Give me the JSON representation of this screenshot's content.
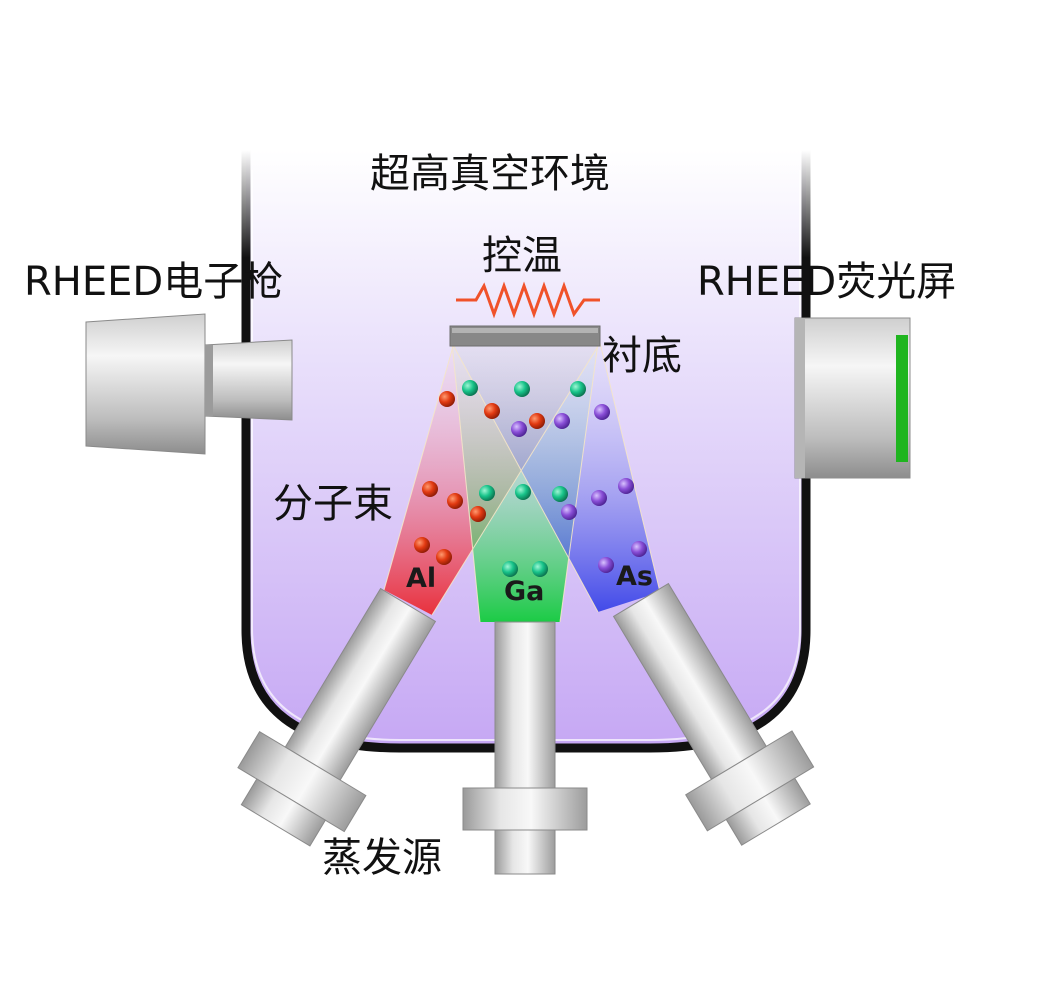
{
  "labels": {
    "chamber": "超高真空环境",
    "temp_control": "控温",
    "substrate": "衬底",
    "rheed_gun": "RHEED电子枪",
    "rheed_screen": "RHEED荧光屏",
    "molecular_beam": "分子束",
    "evaporation_source": "蒸发源"
  },
  "sources": [
    {
      "element": "Al",
      "color": "#e8202a"
    },
    {
      "element": "Ga",
      "color": "#12c93a"
    },
    {
      "element": "As",
      "color": "#3d45e6"
    }
  ],
  "atom_colors": {
    "Al": "#e23a12",
    "Ga": "#18c48a",
    "As": "#8a4fd8"
  },
  "colors": {
    "chamber_fill_top": "#ffffff",
    "chamber_fill_bottom": "#c8aaf5",
    "chamber_wall": "#111111",
    "heater": "#f0522a",
    "substrate": "#8a8a8a",
    "screen_phosphor": "#1fb51f",
    "metal_light": "#f2f2f2",
    "metal_dark": "#8c8c8c"
  }
}
